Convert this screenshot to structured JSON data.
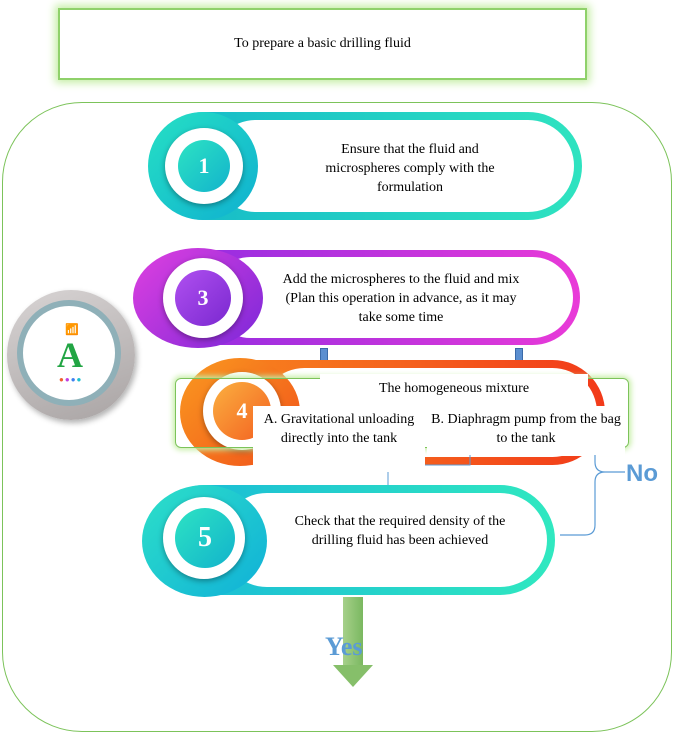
{
  "title": "To prepare a basic drilling fluid",
  "steps": [
    {
      "number": "1",
      "text": "Ensure that the fluid and microspheres comply with the formulation",
      "color": "#1fd0c8"
    },
    {
      "number": "3",
      "text": "Add the microspheres to the fluid and mix (Plan this operation in advance, as it may take some time",
      "color": "#b03ae0"
    },
    {
      "number": "4",
      "text": "The homogeneous mixture",
      "color": "#f5571e"
    },
    {
      "number": "5",
      "text": "Check that the required density of the drilling fluid has been achieved",
      "color": "#1fc8d0"
    }
  ],
  "options": {
    "a": "A. Gravitational unloading directly into the tank",
    "b": "B. Diaphragm pump from the bag to the tank"
  },
  "labels": {
    "no": "No",
    "yes": "Yes"
  },
  "logo": {
    "letter": "A"
  }
}
